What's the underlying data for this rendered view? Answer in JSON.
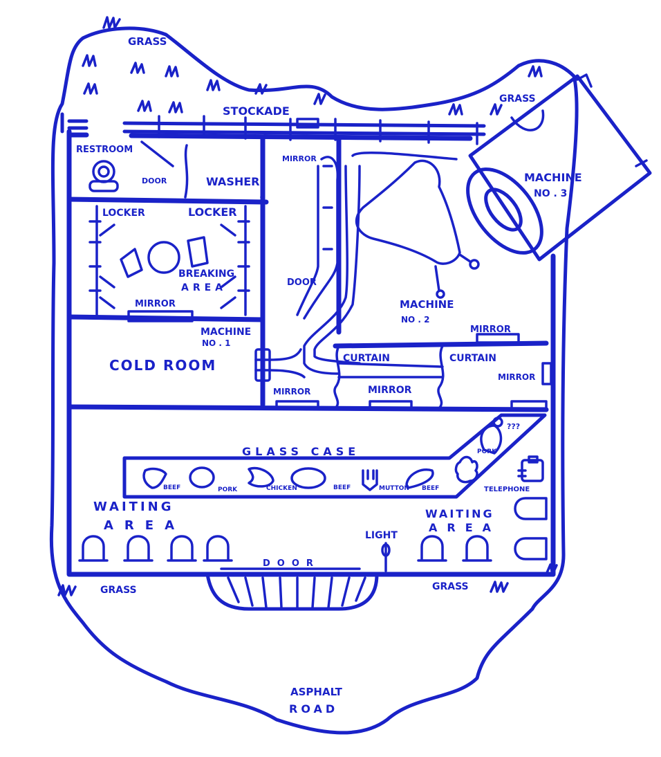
{
  "colors": {
    "ink": "#1a22c8",
    "background": "#ffffff"
  },
  "labels": {
    "grass_top": "GRASS",
    "grass_top_right": "GRASS",
    "grass_bottom_left": "GRASS",
    "grass_bottom_right": "GRASS",
    "stockade": "STOCKADE",
    "restroom": "RESTROOM",
    "door_restroom": "DOOR",
    "washer": "WASHER",
    "mirror_top": "MIRROR",
    "machine3_line1": "MACHINE",
    "machine3_line2": "NO . 3",
    "locker_left": "LOCKER",
    "locker_right": "LOCKER",
    "breaking_line1": "BREAKING",
    "breaking_line2": "AREA",
    "mirror_breaking": "MIRROR",
    "door_middle": "DOOR",
    "machine2_line1": "MACHINE",
    "machine2_line2": "NO . 2",
    "machine1_line1": "MACHINE",
    "machine1_line2": "NO . 1",
    "cold_room": "COLD ROOM",
    "mirror_right_top": "MIRROR",
    "curtain_left": "CURTAIN",
    "curtain_right": "CURTAIN",
    "mirror_right_side": "MIRROR",
    "mirror_bottom_left": "MIRROR",
    "mirror_bottom_mid": "MIRROR",
    "glass_case": "GLASS CASE",
    "meat_beef_1": "BEEF",
    "meat_pork_1": "PORK",
    "meat_chicken": "CHICKEN",
    "meat_beef_2": "BEEF",
    "meat_mutton": "MUTTON",
    "meat_beef_3": "BEEF",
    "meat_pork_2": "PORK",
    "question_marks": "???",
    "telephone": "TELEPHONE",
    "waiting_left_line1": "WAITING",
    "waiting_left_line2": "AREA",
    "waiting_right_line1": "WAITING",
    "waiting_right_line2": "AREA",
    "light": "LIGHT",
    "door_front": "DOOR",
    "asphalt_line1": "ASPHALT",
    "asphalt_line2": "ROAD"
  }
}
